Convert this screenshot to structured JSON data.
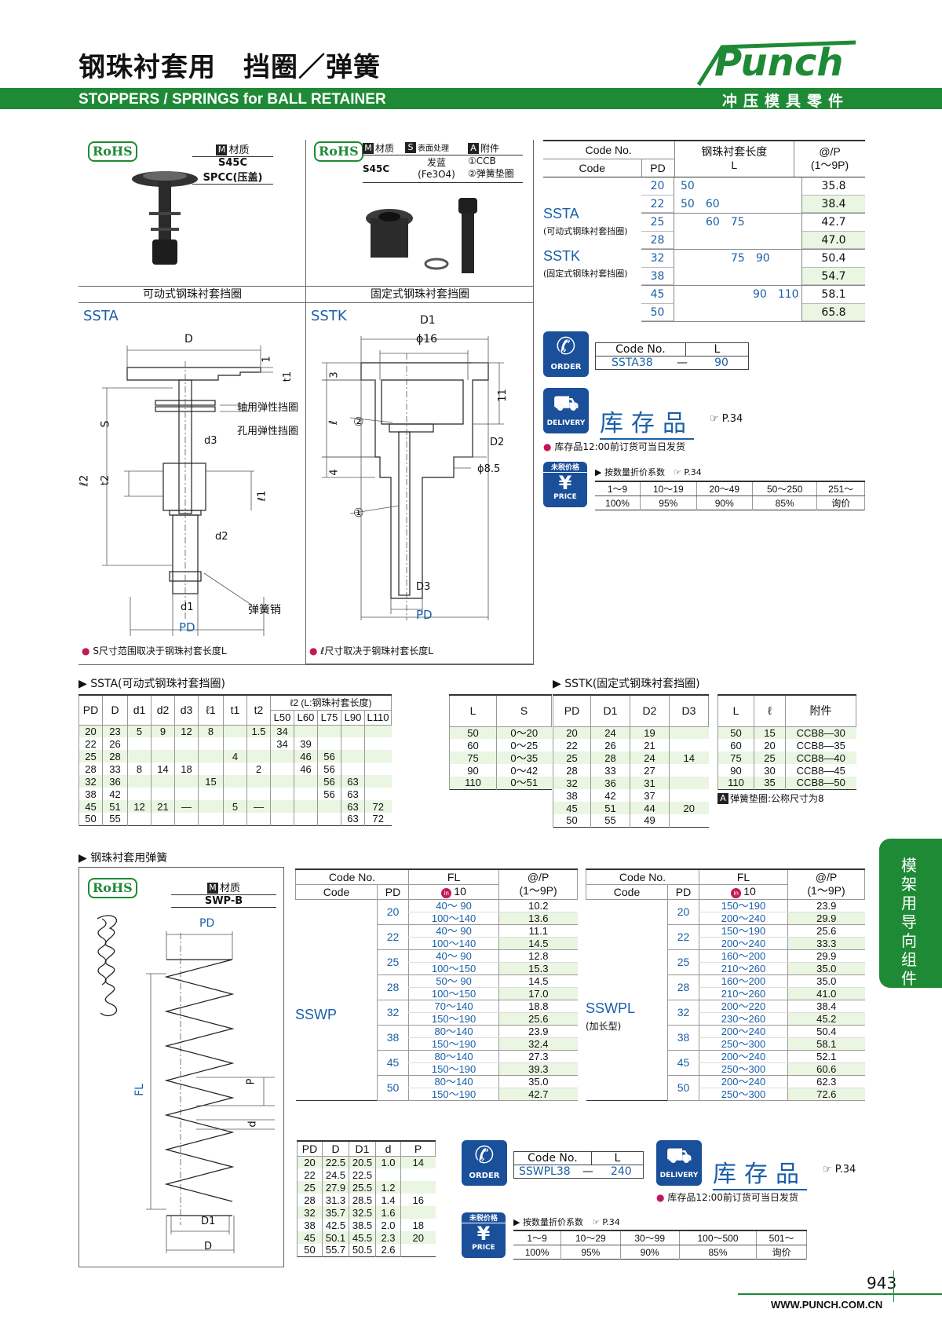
{
  "header": {
    "title_cn": "钢珠衬套用　挡圈／弹簧",
    "title_en": "STOPPERS / SPRINGS for BALL RETAINER",
    "brand": "Punch",
    "brand_sub": "冲压模具零件"
  },
  "side_tab": "模架用导向组件",
  "footer": {
    "page": "943",
    "url": "WWW.PUNCH.COM.CN"
  },
  "rohs": "RoHS",
  "ssta_box": {
    "mat_label": "材质",
    "mat1": "S45C",
    "mat2": "SPCC(压盖)",
    "caption": "可动式钢珠衬套挡圈",
    "code": "SSTA",
    "labels": {
      "D": "D",
      "t1": "t1",
      "one": "1",
      "s": "S",
      "l2": "ℓ2",
      "t2": "t2",
      "d3": "d3",
      "l1": "ℓ1",
      "d2": "d2",
      "d1": "d1",
      "pd": "PD",
      "shaft_ring": "轴用弹性挡圈",
      "hole_ring": "孔用弹性挡圈",
      "pin": "弹簧销"
    },
    "note": "S尺寸范围取决于钢珠衬套长度L"
  },
  "sstk_box": {
    "mat_label": "材质",
    "surf_label": "表面处理",
    "acc_label": "附件",
    "mat": "S45C",
    "surf1": "发蓝",
    "surf2": "(Fe3O4)",
    "acc1": "①CCB",
    "acc2": "②弹簧垫圈",
    "caption": "固定式钢珠衬套挡圈",
    "code": "SSTK",
    "labels": {
      "D1": "D1",
      "phi16": "ϕ16",
      "three": "3",
      "eleven": "11",
      "l": "ℓ",
      "c2": "②",
      "D2": "D2",
      "four": "4",
      "phi85": "ϕ8.5",
      "c1": "①",
      "D3": "D3",
      "pd": "PD"
    },
    "note": "ℓ尺寸取决于钢珠衬套长度L"
  },
  "code_table": {
    "h_codeno": "Code No.",
    "h_code": "Code",
    "h_pd": "PD",
    "h_len": "钢珠衬套长度",
    "h_L": "L",
    "h_price": "@/P",
    "h_range": "(1～9P)",
    "ssta": "SSTA",
    "ssta_sub": "(可动式钢珠衬套挡圈)",
    "sstk": "SSTK",
    "sstk_sub": "(固定式钢珠衬套挡圈)",
    "rows": [
      {
        "pd": "20",
        "l": "50",
        "p": "35.8"
      },
      {
        "pd": "22",
        "l": "50　60",
        "p": "38.4"
      },
      {
        "pd": "25",
        "l": "60　75",
        "p": "42.7"
      },
      {
        "pd": "28",
        "l": "",
        "p": "47.0"
      },
      {
        "pd": "32",
        "l": "75　90",
        "p": "50.4"
      },
      {
        "pd": "38",
        "l": "",
        "p": "54.7"
      },
      {
        "pd": "45",
        "l": "90　110",
        "p": "58.1"
      },
      {
        "pd": "50",
        "l": "",
        "p": "65.8"
      }
    ]
  },
  "order1": {
    "label": "ORDER",
    "h_code": "Code No.",
    "h_L": "L",
    "code": "SSTA38",
    "dash": "—",
    "val": "90"
  },
  "delivery1": {
    "label": "DELIVERY",
    "stock": "库存品",
    "ref": "P.34",
    "note": "库存品12:00前订货可当日发货"
  },
  "price1": {
    "tile_top": "未税价格",
    "tile": "PRICE",
    "title": "按数量折价系数",
    "ref": "P.34",
    "qty": [
      "1～9",
      "10～19",
      "20～49",
      "50～250",
      "251～"
    ],
    "rate": [
      "100%",
      "95%",
      "90%",
      "85%",
      "询价"
    ]
  },
  "ssta_table": {
    "title": "SSTA(可动式钢珠衬套挡圈)",
    "h": [
      "PD",
      "D",
      "d1",
      "d2",
      "d3",
      "ℓ1",
      "t1",
      "t2"
    ],
    "h_l2": "ℓ2 (L:钢珠衬套长度)",
    "h_L": [
      "L50",
      "L60",
      "L75",
      "L90",
      "L110"
    ],
    "rows": [
      [
        "20",
        "23",
        "5",
        "9",
        "12",
        "8",
        "",
        "1.5",
        "34",
        "",
        "",
        "",
        ""
      ],
      [
        "22",
        "26",
        "",
        "",
        "",
        "",
        "",
        "",
        "34",
        "39",
        "",
        "",
        ""
      ],
      [
        "25",
        "28",
        "",
        "",
        "",
        "",
        "4",
        "",
        "",
        "46",
        "56",
        "",
        ""
      ],
      [
        "28",
        "33",
        "8",
        "14",
        "18",
        "",
        "",
        "2",
        "",
        "46",
        "56",
        "",
        ""
      ],
      [
        "32",
        "36",
        "",
        "",
        "",
        "15",
        "",
        "",
        "",
        "",
        "56",
        "63",
        ""
      ],
      [
        "38",
        "42",
        "",
        "",
        "",
        "",
        "",
        "",
        "",
        "",
        "56",
        "63",
        ""
      ],
      [
        "45",
        "51",
        "12",
        "21",
        "—",
        "",
        "5",
        "—",
        "",
        "",
        "",
        "63",
        "72"
      ],
      [
        "50",
        "55",
        "",
        "",
        "",
        "",
        "",
        "",
        "",
        "",
        "",
        "63",
        "72"
      ]
    ]
  },
  "ls_table": {
    "h": [
      "L",
      "S"
    ],
    "rows": [
      [
        "50",
        "0～20"
      ],
      [
        "60",
        "0～25"
      ],
      [
        "75",
        "0～35"
      ],
      [
        "90",
        "0～42"
      ],
      [
        "110",
        "0～51"
      ]
    ]
  },
  "sstk_table": {
    "title": "SSTK(固定式钢珠衬套挡圈)",
    "h": [
      "PD",
      "D1",
      "D2",
      "D3"
    ],
    "rows": [
      [
        "20",
        "24",
        "19",
        ""
      ],
      [
        "22",
        "26",
        "21",
        ""
      ],
      [
        "25",
        "28",
        "24",
        "14"
      ],
      [
        "28",
        "33",
        "27",
        ""
      ],
      [
        "32",
        "36",
        "31",
        ""
      ],
      [
        "38",
        "42",
        "37",
        ""
      ],
      [
        "45",
        "51",
        "44",
        "20"
      ],
      [
        "50",
        "55",
        "49",
        ""
      ]
    ]
  },
  "acc_table": {
    "h": [
      "L",
      "ℓ",
      "附件"
    ],
    "rows": [
      [
        "50",
        "15",
        "CCB8—30"
      ],
      [
        "60",
        "20",
        "CCB8—35"
      ],
      [
        "75",
        "25",
        "CCB8—40"
      ],
      [
        "90",
        "30",
        "CCB8—45"
      ],
      [
        "110",
        "35",
        "CCB8—50"
      ]
    ],
    "note": "弹簧垫圈:公称尺寸为8"
  },
  "spring_box": {
    "title": "钢珠衬套用弹簧",
    "mat_label": "材质",
    "mat": "SWP-B",
    "labels": {
      "pd": "PD",
      "fl": "FL",
      "p": "P",
      "d": "d",
      "D1": "D1",
      "D": "D"
    }
  },
  "sswp": {
    "code": "SSWP",
    "h_codeno": "Code No.",
    "h_code": "Code",
    "h_pd": "PD",
    "h_fl": "FL",
    "h_in": "10",
    "h_price": "@/P",
    "h_range": "(1～9P)",
    "rows": [
      [
        "20",
        "40～ 90",
        "10.2"
      ],
      [
        "",
        "100～140",
        "13.6"
      ],
      [
        "22",
        "40～ 90",
        "11.1"
      ],
      [
        "",
        "100～140",
        "14.5"
      ],
      [
        "25",
        "40～ 90",
        "12.8"
      ],
      [
        "",
        "100～150",
        "15.3"
      ],
      [
        "28",
        "50～ 90",
        "14.5"
      ],
      [
        "",
        "100～150",
        "17.0"
      ],
      [
        "32",
        "70～140",
        "18.8"
      ],
      [
        "",
        "150～190",
        "25.6"
      ],
      [
        "38",
        "80～140",
        "23.9"
      ],
      [
        "",
        "150～190",
        "32.4"
      ],
      [
        "45",
        "80～140",
        "27.3"
      ],
      [
        "",
        "150～190",
        "39.3"
      ],
      [
        "50",
        "80～140",
        "35.0"
      ],
      [
        "",
        "150～190",
        "42.7"
      ]
    ]
  },
  "sswpl": {
    "code": "SSWPL",
    "sub": "(加长型)",
    "rows": [
      [
        "20",
        "150～190",
        "23.9"
      ],
      [
        "",
        "200～240",
        "29.9"
      ],
      [
        "22",
        "150～190",
        "25.6"
      ],
      [
        "",
        "200～240",
        "33.3"
      ],
      [
        "25",
        "160～200",
        "29.9"
      ],
      [
        "",
        "210～260",
        "35.0"
      ],
      [
        "28",
        "160～200",
        "35.0"
      ],
      [
        "",
        "210～260",
        "41.0"
      ],
      [
        "32",
        "200～220",
        "38.4"
      ],
      [
        "",
        "230～260",
        "45.2"
      ],
      [
        "38",
        "200～240",
        "50.4"
      ],
      [
        "",
        "250～300",
        "58.1"
      ],
      [
        "45",
        "200～240",
        "52.1"
      ],
      [
        "",
        "250～300",
        "60.6"
      ],
      [
        "50",
        "200～240",
        "62.3"
      ],
      [
        "",
        "250～300",
        "72.6"
      ]
    ]
  },
  "dim_table": {
    "h": [
      "PD",
      "D",
      "D1",
      "d",
      "P"
    ],
    "rows": [
      [
        "20",
        "22.5",
        "20.5",
        "1.0",
        "14"
      ],
      [
        "22",
        "24.5",
        "22.5",
        "",
        ""
      ],
      [
        "25",
        "27.9",
        "25.5",
        "1.2",
        ""
      ],
      [
        "28",
        "31.3",
        "28.5",
        "1.4",
        "16"
      ],
      [
        "32",
        "35.7",
        "32.5",
        "1.6",
        ""
      ],
      [
        "38",
        "42.5",
        "38.5",
        "2.0",
        "18"
      ],
      [
        "45",
        "50.1",
        "45.5",
        "2.3",
        "20"
      ],
      [
        "50",
        "55.7",
        "50.5",
        "2.6",
        ""
      ]
    ]
  },
  "order2": {
    "label": "ORDER",
    "h_code": "Code No.",
    "h_L": "L",
    "code": "SSWPL38",
    "dash": "—",
    "val": "240"
  },
  "delivery2": {
    "label": "DELIVERY",
    "stock": "库存品",
    "ref": "P.34",
    "note": "库存品12:00前订货可当日发货"
  },
  "price2": {
    "tile_top": "未税价格",
    "tile": "PRICE",
    "title": "按数量折价系数",
    "ref": "P.34",
    "qty": [
      "1～9",
      "10～29",
      "30～99",
      "100～500",
      "501～"
    ],
    "rate": [
      "100%",
      "95%",
      "90%",
      "85%",
      "询价"
    ]
  }
}
